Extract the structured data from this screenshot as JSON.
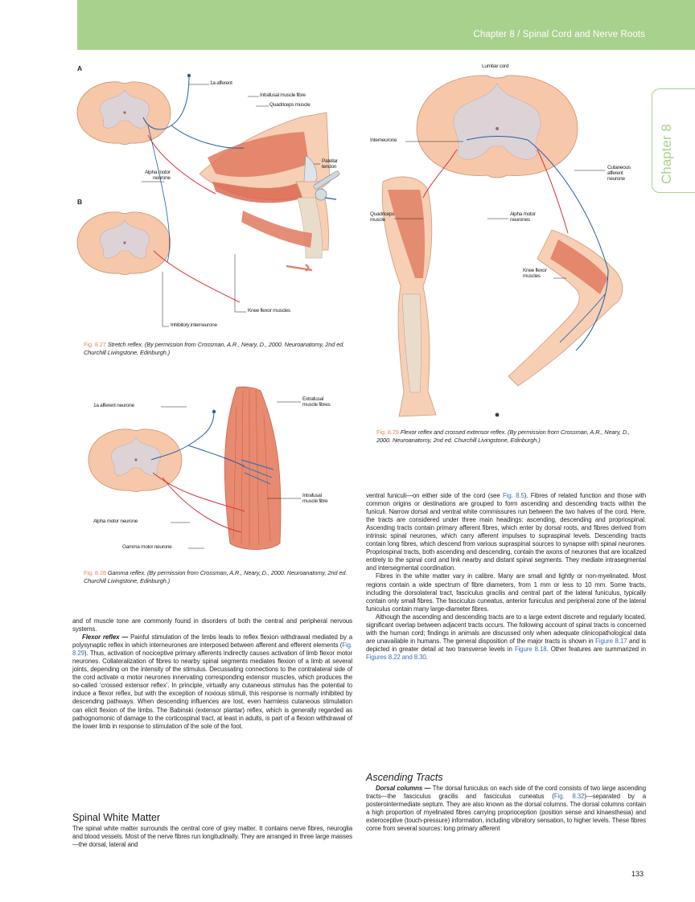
{
  "header": {
    "chapter_title": "Chapter 8 / Spinal Cord and Nerve Roots",
    "side_tab": "Chapter 8"
  },
  "figures": {
    "fig_8_27": {
      "panel_a": "A",
      "panel_b": "B",
      "labels": {
        "ia_afferent": "1a afferent",
        "intrafusal": "Intrafusal muscle fibre",
        "quadriceps": "Quadriceps muscle",
        "patellar": "Patellar\ntendon",
        "alpha_motor": "Alpha motor\nneurone",
        "knee_flexor": "Knee flexor muscles",
        "inhibitory": "Inhibitory interneurone"
      },
      "caption_number": "Fig. 8.27",
      "caption_text": "Stretch reflex. (By permission from Crossman, A.R., Neary, D., 2000. Neuroanatomy, 2nd ed. Churchill Livingstone, Edinburgh.)"
    },
    "fig_8_28": {
      "labels": {
        "ia_afferent_neurone": "1a afferent neurone",
        "extrafusal": "Extrafusal\nmuscle fibres",
        "intrafusal": "Intrafusal\nmuscle fibre",
        "alpha_motor_neurone": "Alpha motor neurone",
        "gamma_motor_neurone": "Gamma motor neurone"
      },
      "caption_number": "Fig. 8.28",
      "caption_text": "Gamma reflex. (By permission from Crossman, A.R., Neary, D., 2000. Neuroanatomy, 2nd ed. Churchill Livingstone, Edinburgh.)"
    },
    "fig_8_29": {
      "labels": {
        "lumbar_cord": "Lumbar cord",
        "interneurone": "Interneurone",
        "cutaneous": "Cutaneous\nafferent\nneurone",
        "quadriceps": "Quadriceps\nmuscle",
        "alpha_motor": "Alpha motor\nneurones",
        "knee_flexor": "Knee flexor\nmuscles"
      },
      "caption_number": "Fig. 8.29",
      "caption_text": "Flexor reflex and crossed extensor reflex. (By permission from Crossman, A.R., Neary, D., 2000. Neuroanatomy, 2nd ed. Churchill Livingstone, Edinburgh.)"
    }
  },
  "left_column": {
    "p1": "and of muscle tone are commonly found in disorders of both the central and peripheral nervous systems.",
    "flexor_head": "Flexor reflex —",
    "p2_a": "Painful stimulation of the limbs leads to reflex flexion withdrawal mediated by a polysynaptic reflex in which interneurones are interposed between afferent and efferent elements (",
    "p2_ref": "Fig. 8.29",
    "p2_b": "). Thus, activation of nociceptive primary afferents indirectly causes activation of limb flexor motor neurones. Collateralization of fibres to nearby spinal segments mediates flexion of a limb at several joints, depending on the intensity of the stimulus. Decussating connections to the contralateral side of the cord activate ",
    "p2_alpha": "α",
    "p2_c": " motor neurones innervating corresponding extensor muscles, which produces the so-called ‘crossed extensor reflex’. In principle, virtually any cutaneous stimulus has the potential to induce a flexor reflex, but with the exception of noxious stimuli, this response is normally inhibited by descending pathways. When descending influences are lost, even harmless cutaneous stimulation can elicit flexion of the limbs. The Babinski (extensor plantar) reflex, which is generally regarded as pathognomonic of damage to the corticospinal tract, at least in adults, is part of a flexion withdrawal of the lower limb in response to stimulation of the sole of the foot.",
    "heading": "Spinal White Matter",
    "p3": "The spinal white matter surrounds the central core of grey matter. It contains nerve fibres, neuroglia and blood vessels. Most of the nerve fibres run longitudinally. They are arranged in three large masses—the dorsal, lateral and"
  },
  "right_column": {
    "p1_a": "ventral funiculi—on either side of the cord (see ",
    "p1_ref": "Fig. 8.5",
    "p1_b": "). Fibres of related function and those with common origins or destinations are grouped to form ascending and descending tracts within the funiculi. Narrow dorsal and ventral white commissures run between the two halves of the cord. Here, the tracts are considered under three main headings: ascending, descending and propriospinal. Ascending tracts contain primary afferent fibres, which enter by dorsal roots, and fibres derived from intrinsic spinal neurones, which carry afferent impulses to supraspinal levels. Descending tracts contain long fibres, which descend from various supraspinal sources to synapse with spinal neurones. Propriospinal tracts, both ascending and descending, contain the axons of neurones that are localized entirely to the spinal cord and link nearby and distant spinal segments. They mediate intrasegmental and intersegmental coordination.",
    "p2": "Fibres in the white matter vary in calibre. Many are small and lightly or non-myelinated. Most regions contain a wide spectrum of fibre diameters, from 1 mm or less to 10 mm. Some tracts, including the dorsolateral tract, fasciculus gracilis and central part of the lateral funiculus, typically contain only small fibres. The fasciculus cuneatus, anterior funiculus and peripheral zone of the lateral funiculus contain many large-diameter fibres.",
    "p3_a": "Although the ascending and descending tracts are to a large extent discrete and regularly located, significant overlap between adjacent tracts occurs. The following account of spinal tracts is concerned with the human cord; findings in animals are discussed only when adequate clinicopathological data are unavailable in humans. The general disposition of the major tracts is shown in ",
    "p3_ref1": "Figure 8.17",
    "p3_b": " and is depicted in greater detail at two transverse levels in ",
    "p3_ref2": "Figure 8.18",
    "p3_c": ". Other features are summarized in ",
    "p3_ref3": "Figures 8.22 and 8.30",
    "p3_d": ".",
    "heading": "Ascending Tracts",
    "dorsal_head": "Dorsal columns —",
    "p4_a": " The dorsal funiculus on each side of the cord consists of two large ascending tracts—the fasciculus gracilis and fasciculus cuneatus (",
    "p4_ref": "Fig. 8.32",
    "p4_b": ")—separated by a posterointermediate septum. They are also known as the dorsal columns. The dorsal columns contain a high proportion of myelinated fibres carrying proprioception (position sense and kinaesthesia) and exteroceptive (touch-pressure) information, including vibratory sensation, to higher levels. These fibres come from several sources: long primary afferent"
  },
  "page_number": "133",
  "colors": {
    "header_green": "#a9d18e",
    "caption_orange": "#e4875a",
    "link_blue": "#3d6fb4",
    "cord_pink": "#f7c7aa",
    "grey_matter": "#ddd3d6",
    "muscle_red": "#e07a5f",
    "afferent_blue": "#1f5fa8",
    "efferent_red": "#d6343b"
  }
}
